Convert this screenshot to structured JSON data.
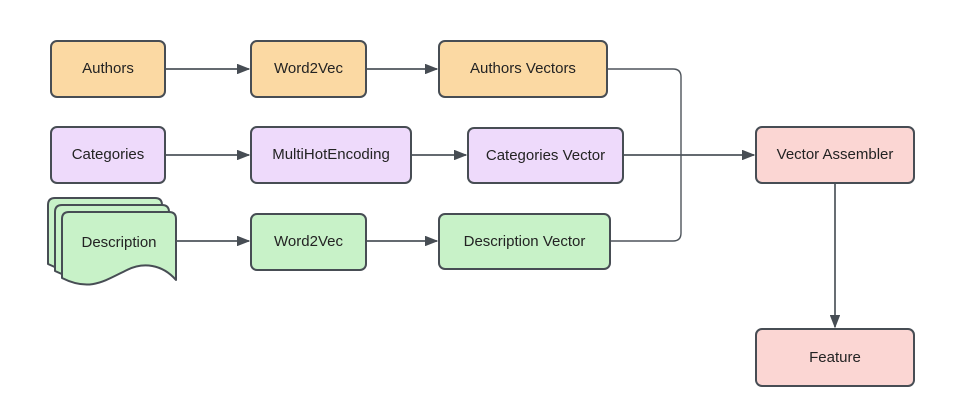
{
  "diagram": {
    "background": "#ffffff",
    "palette": {
      "orange_fill": "#fbd9a3",
      "purple_fill": "#eedafb",
      "green_fill": "#c8f2c8",
      "pink_fill": "#fbd6d3",
      "stroke": "#474d54",
      "text": "#232323"
    },
    "nodes": [
      {
        "id": "authors",
        "label": "Authors",
        "color": "orange",
        "shape": "rounded-rect"
      },
      {
        "id": "word2vec-authors",
        "label": "Word2Vec",
        "color": "orange",
        "shape": "rounded-rect"
      },
      {
        "id": "authors-vectors",
        "label": "Authors Vectors",
        "color": "orange",
        "shape": "rounded-rect"
      },
      {
        "id": "categories",
        "label": "Categories",
        "color": "purple",
        "shape": "rounded-rect"
      },
      {
        "id": "multi-hot-encoding",
        "label": "MultiHotEncoding",
        "color": "purple",
        "shape": "rounded-rect"
      },
      {
        "id": "categories-vector",
        "label": "Categories Vector",
        "color": "purple",
        "shape": "rounded-rect"
      },
      {
        "id": "description",
        "label": "Description",
        "color": "green",
        "shape": "multi-document"
      },
      {
        "id": "word2vec-description",
        "label": "Word2Vec",
        "color": "green",
        "shape": "rounded-rect"
      },
      {
        "id": "description-vector",
        "label": "Description Vector",
        "color": "green",
        "shape": "rounded-rect"
      },
      {
        "id": "vector-assembler",
        "label": "Vector Assembler",
        "color": "pink",
        "shape": "rounded-rect"
      },
      {
        "id": "feature",
        "label": "Feature",
        "color": "pink",
        "shape": "rounded-rect"
      }
    ],
    "edges": [
      {
        "from": "authors",
        "to": "word2vec-authors",
        "arrow": true
      },
      {
        "from": "word2vec-authors",
        "to": "authors-vectors",
        "arrow": true
      },
      {
        "from": "categories",
        "to": "multi-hot-encoding",
        "arrow": true
      },
      {
        "from": "multi-hot-encoding",
        "to": "categories-vector",
        "arrow": true
      },
      {
        "from": "description",
        "to": "word2vec-description",
        "arrow": true
      },
      {
        "from": "word2vec-description",
        "to": "description-vector",
        "arrow": true
      },
      {
        "from": "authors-vectors",
        "to": "vector-assembler",
        "arrow": true,
        "routing": "right-down-merge"
      },
      {
        "from": "categories-vector",
        "to": "vector-assembler",
        "arrow": true,
        "routing": "straight"
      },
      {
        "from": "description-vector",
        "to": "vector-assembler",
        "arrow": true,
        "routing": "right-up-merge"
      },
      {
        "from": "vector-assembler",
        "to": "feature",
        "arrow": true,
        "routing": "down"
      }
    ]
  }
}
